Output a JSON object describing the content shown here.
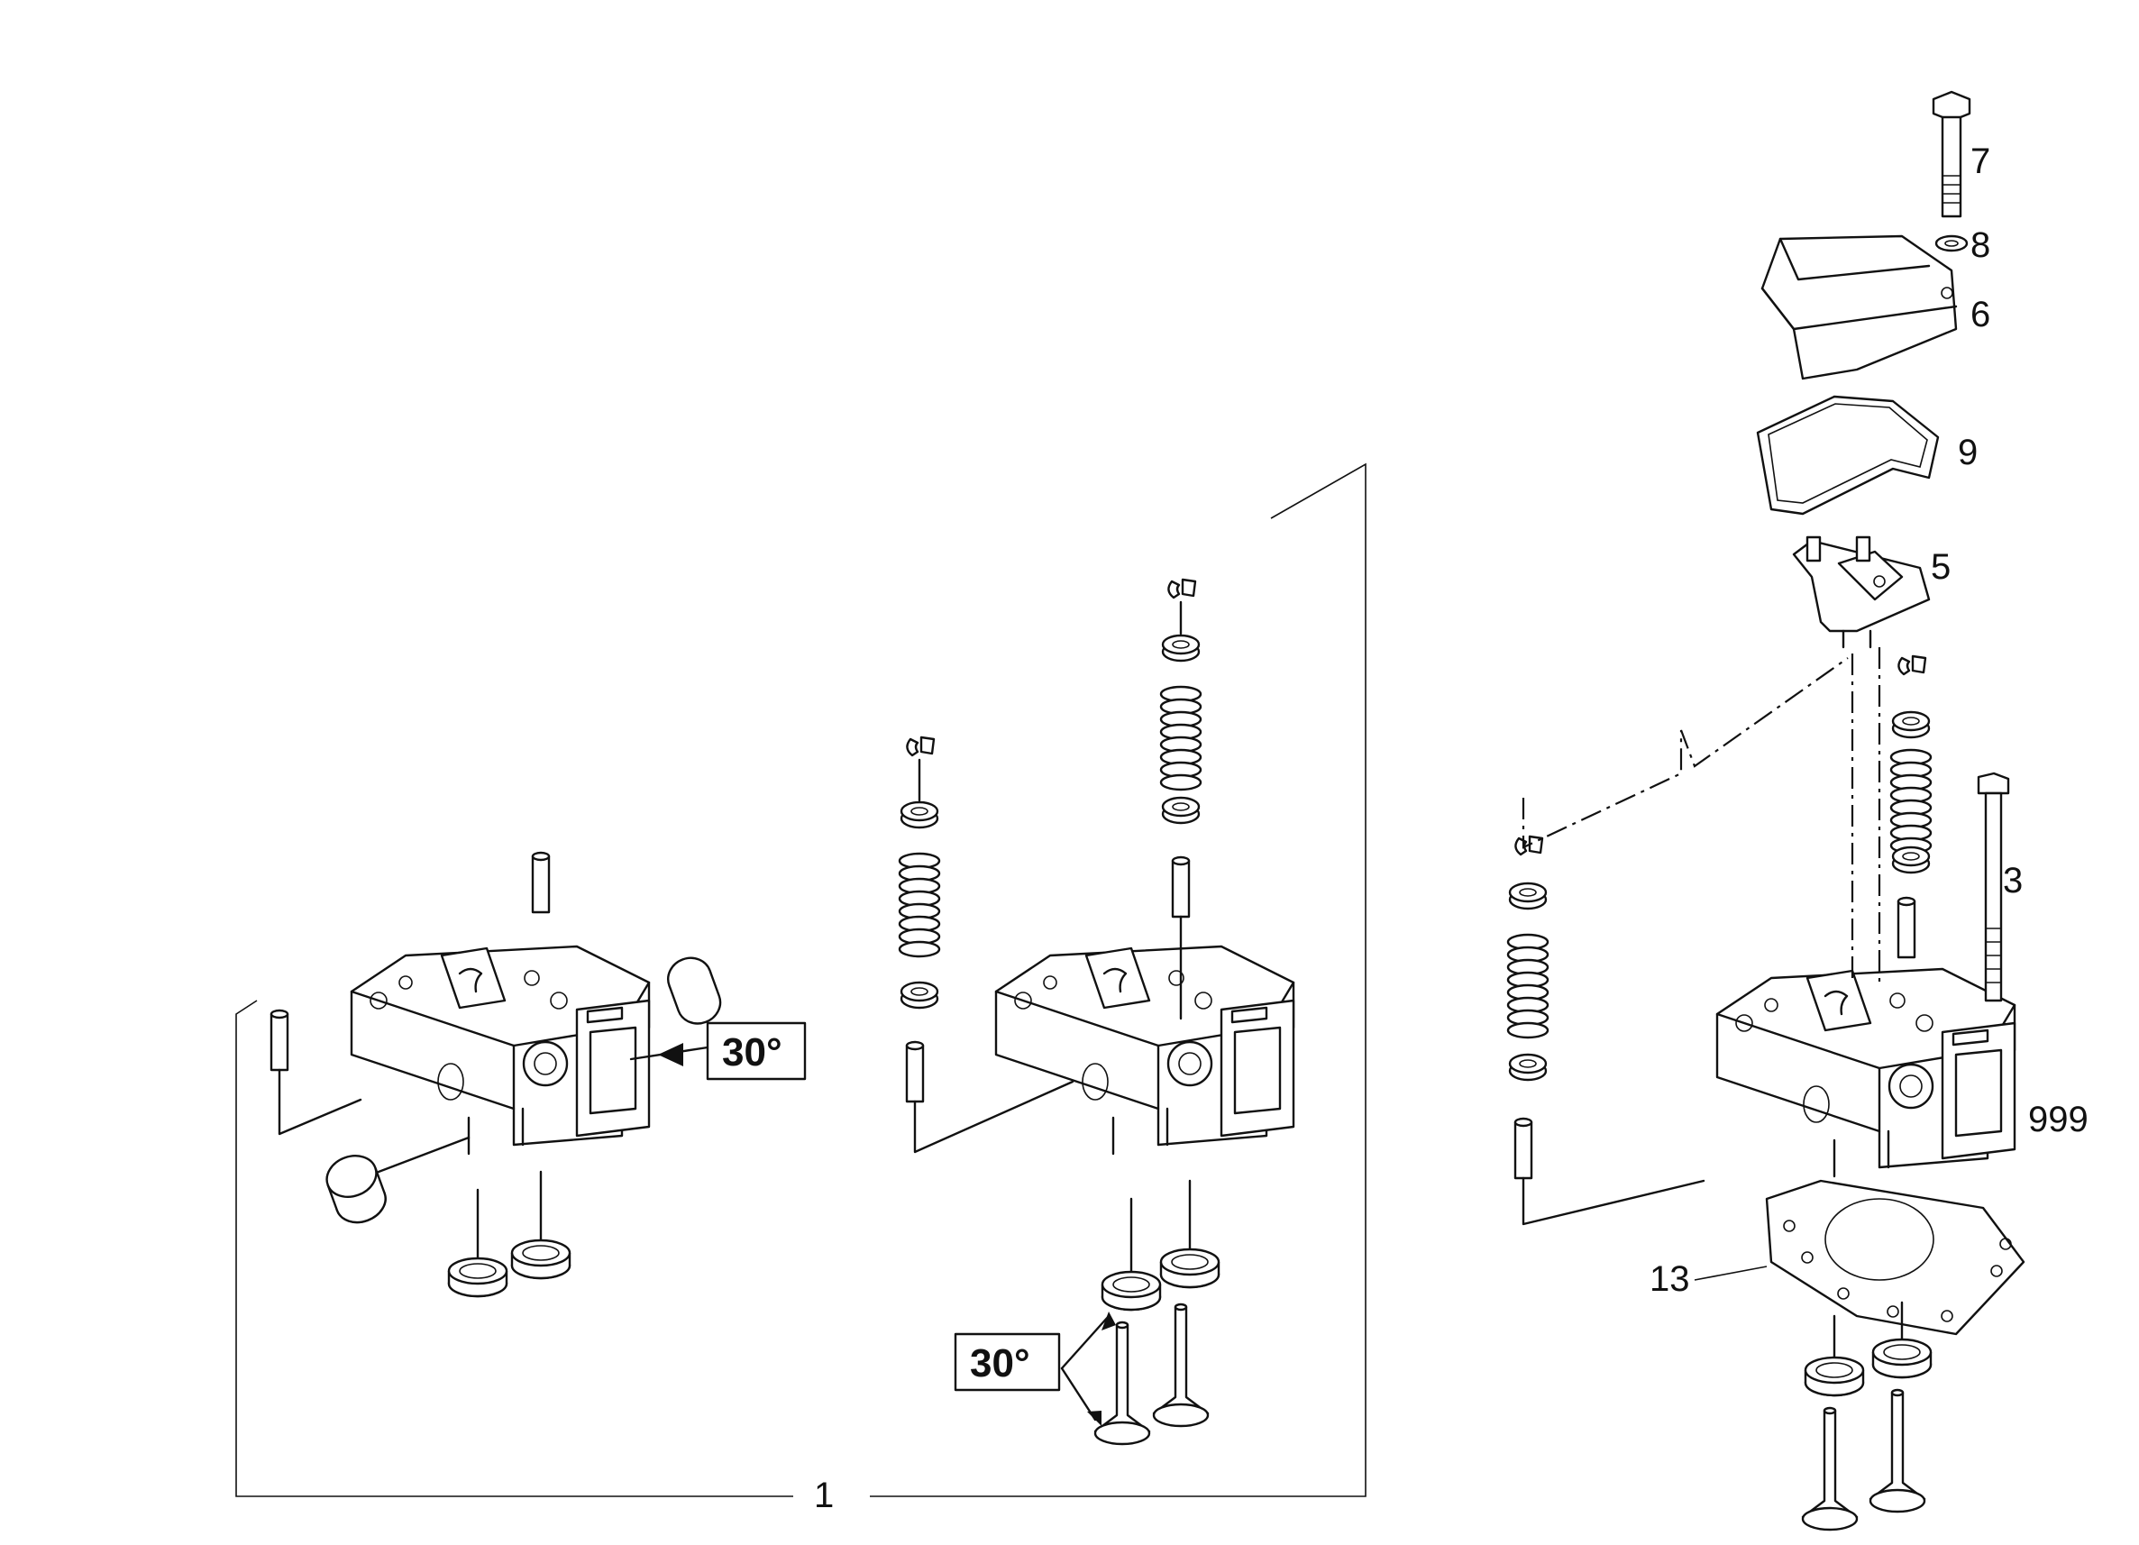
{
  "diagram": {
    "angle_label_left": "30°",
    "angle_label_middle": "30°",
    "part_numbers": {
      "p1": "1",
      "p3": "3",
      "p5": "5",
      "p6": "6",
      "p7": "7",
      "p8": "8",
      "p9": "9",
      "p13": "13",
      "p999": "999"
    }
  }
}
